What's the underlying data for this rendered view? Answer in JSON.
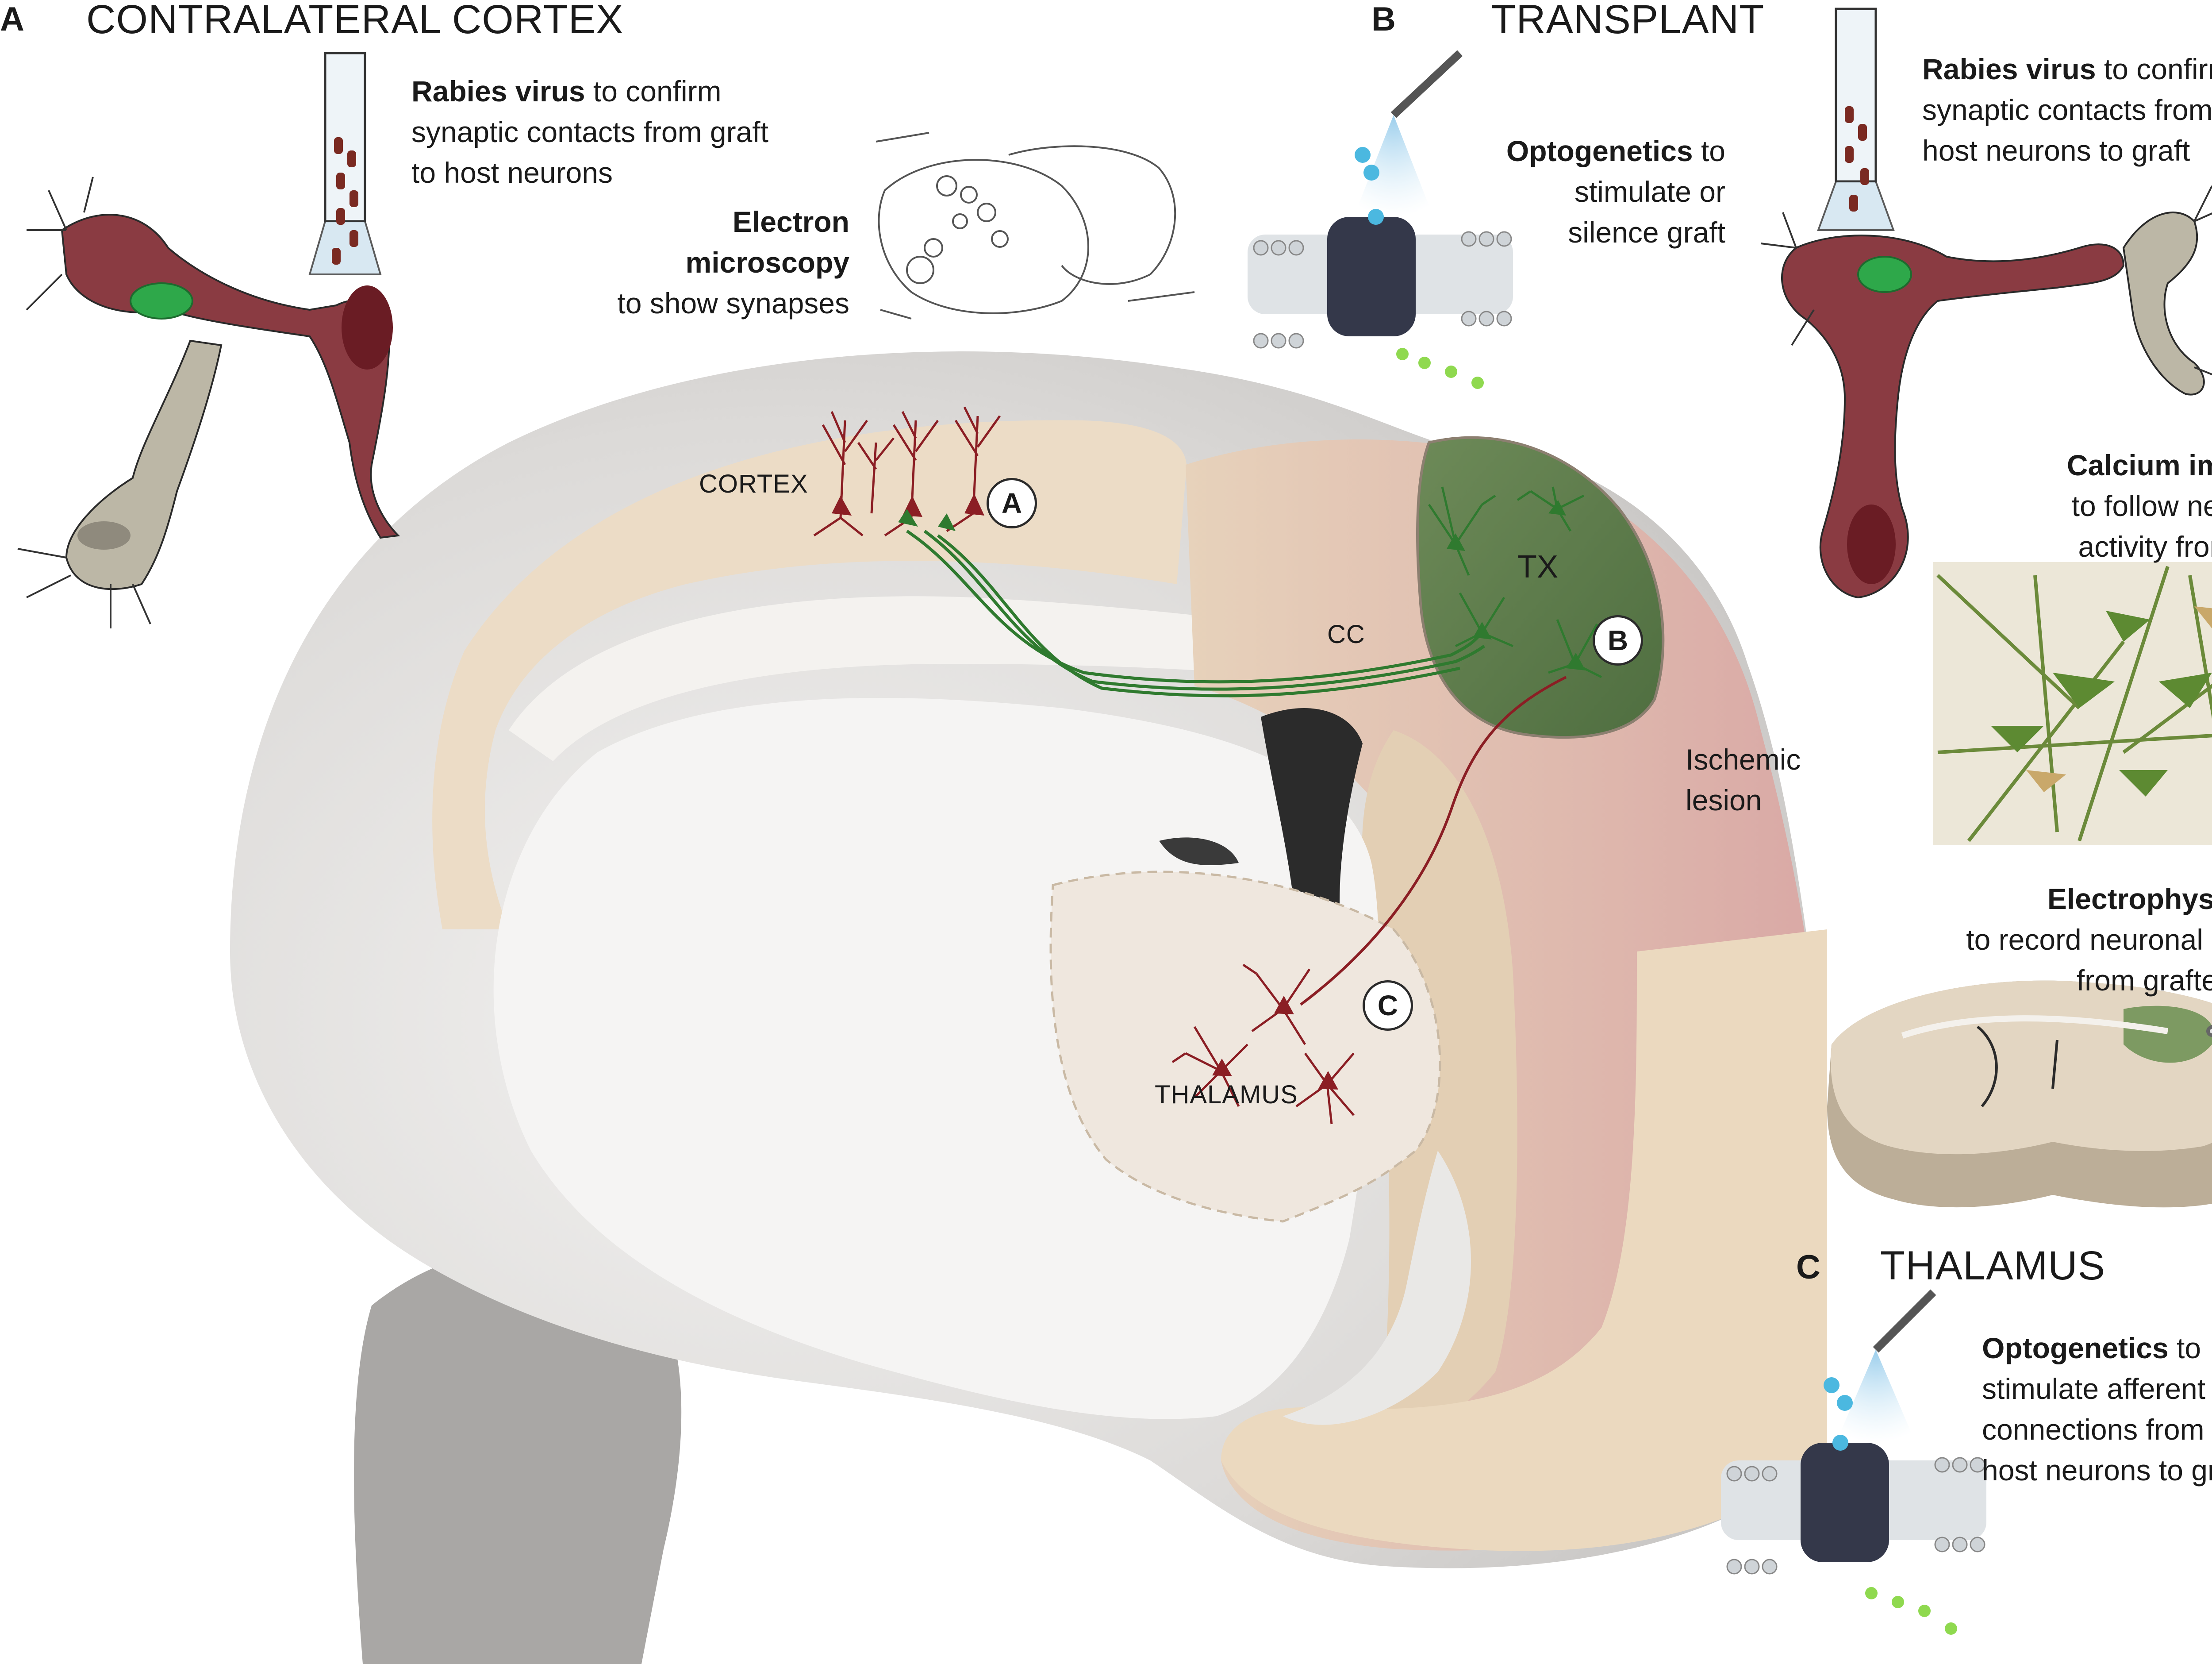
{
  "panels": {
    "a": {
      "letter": "A",
      "title": "CONTRALATERAL CORTEX"
    },
    "b": {
      "letter": "B",
      "title": "TRANSPLANT"
    },
    "c": {
      "letter": "C",
      "title": "THALAMUS"
    }
  },
  "annotations": {
    "rabies_a": {
      "bold": "Rabies virus",
      "line1": " to confirm",
      "line2": "synaptic contacts from graft",
      "line3": "to host neurons"
    },
    "electron": {
      "line1": "Electron",
      "line2": "microscopy",
      "line3": "to show synapses"
    },
    "opto_b": {
      "bold": "Optogenetics",
      "line1": " to",
      "line2": "stimulate or",
      "line3": "silence graft"
    },
    "rabies_b": {
      "bold": "Rabies virus",
      "line1": " to confirm",
      "line2": "synaptic contacts from",
      "line3": "host neurons to graft"
    },
    "calcium": {
      "line1": "Calcium imaging",
      "line2": "to follow neuronal",
      "line3": "activity from graft"
    },
    "ephys": {
      "line1": "Electrophysiology",
      "line2": "to record neuronal activity",
      "line3": "from grafted cells"
    },
    "opto_c": {
      "bold": "Optogenetics",
      "line1": " to",
      "line2": "stimulate afferent",
      "line3": "connections from",
      "line4": "host neurons to graft"
    }
  },
  "regions": {
    "cortex": "CORTEX",
    "tx": "TX",
    "cc": "CC",
    "thalamus": "THALAMUS",
    "ischemic1": "Ischemic",
    "ischemic2": "lesion"
  },
  "markers": {
    "a": "A",
    "b": "B",
    "c": "C"
  },
  "colors": {
    "graft_green": "#4e8a3a",
    "neuron_red": "#8b1e24",
    "brain_gray": "#d9d7d5",
    "cortex_tan": "#e9d6bd",
    "lesion_pink": "#d7a9a6",
    "light_blue": "#a8d7f0"
  },
  "icons": [
    "pipette-icon",
    "optic-fiber-icon",
    "membrane-channel-icon",
    "recording-electrode-icon"
  ]
}
